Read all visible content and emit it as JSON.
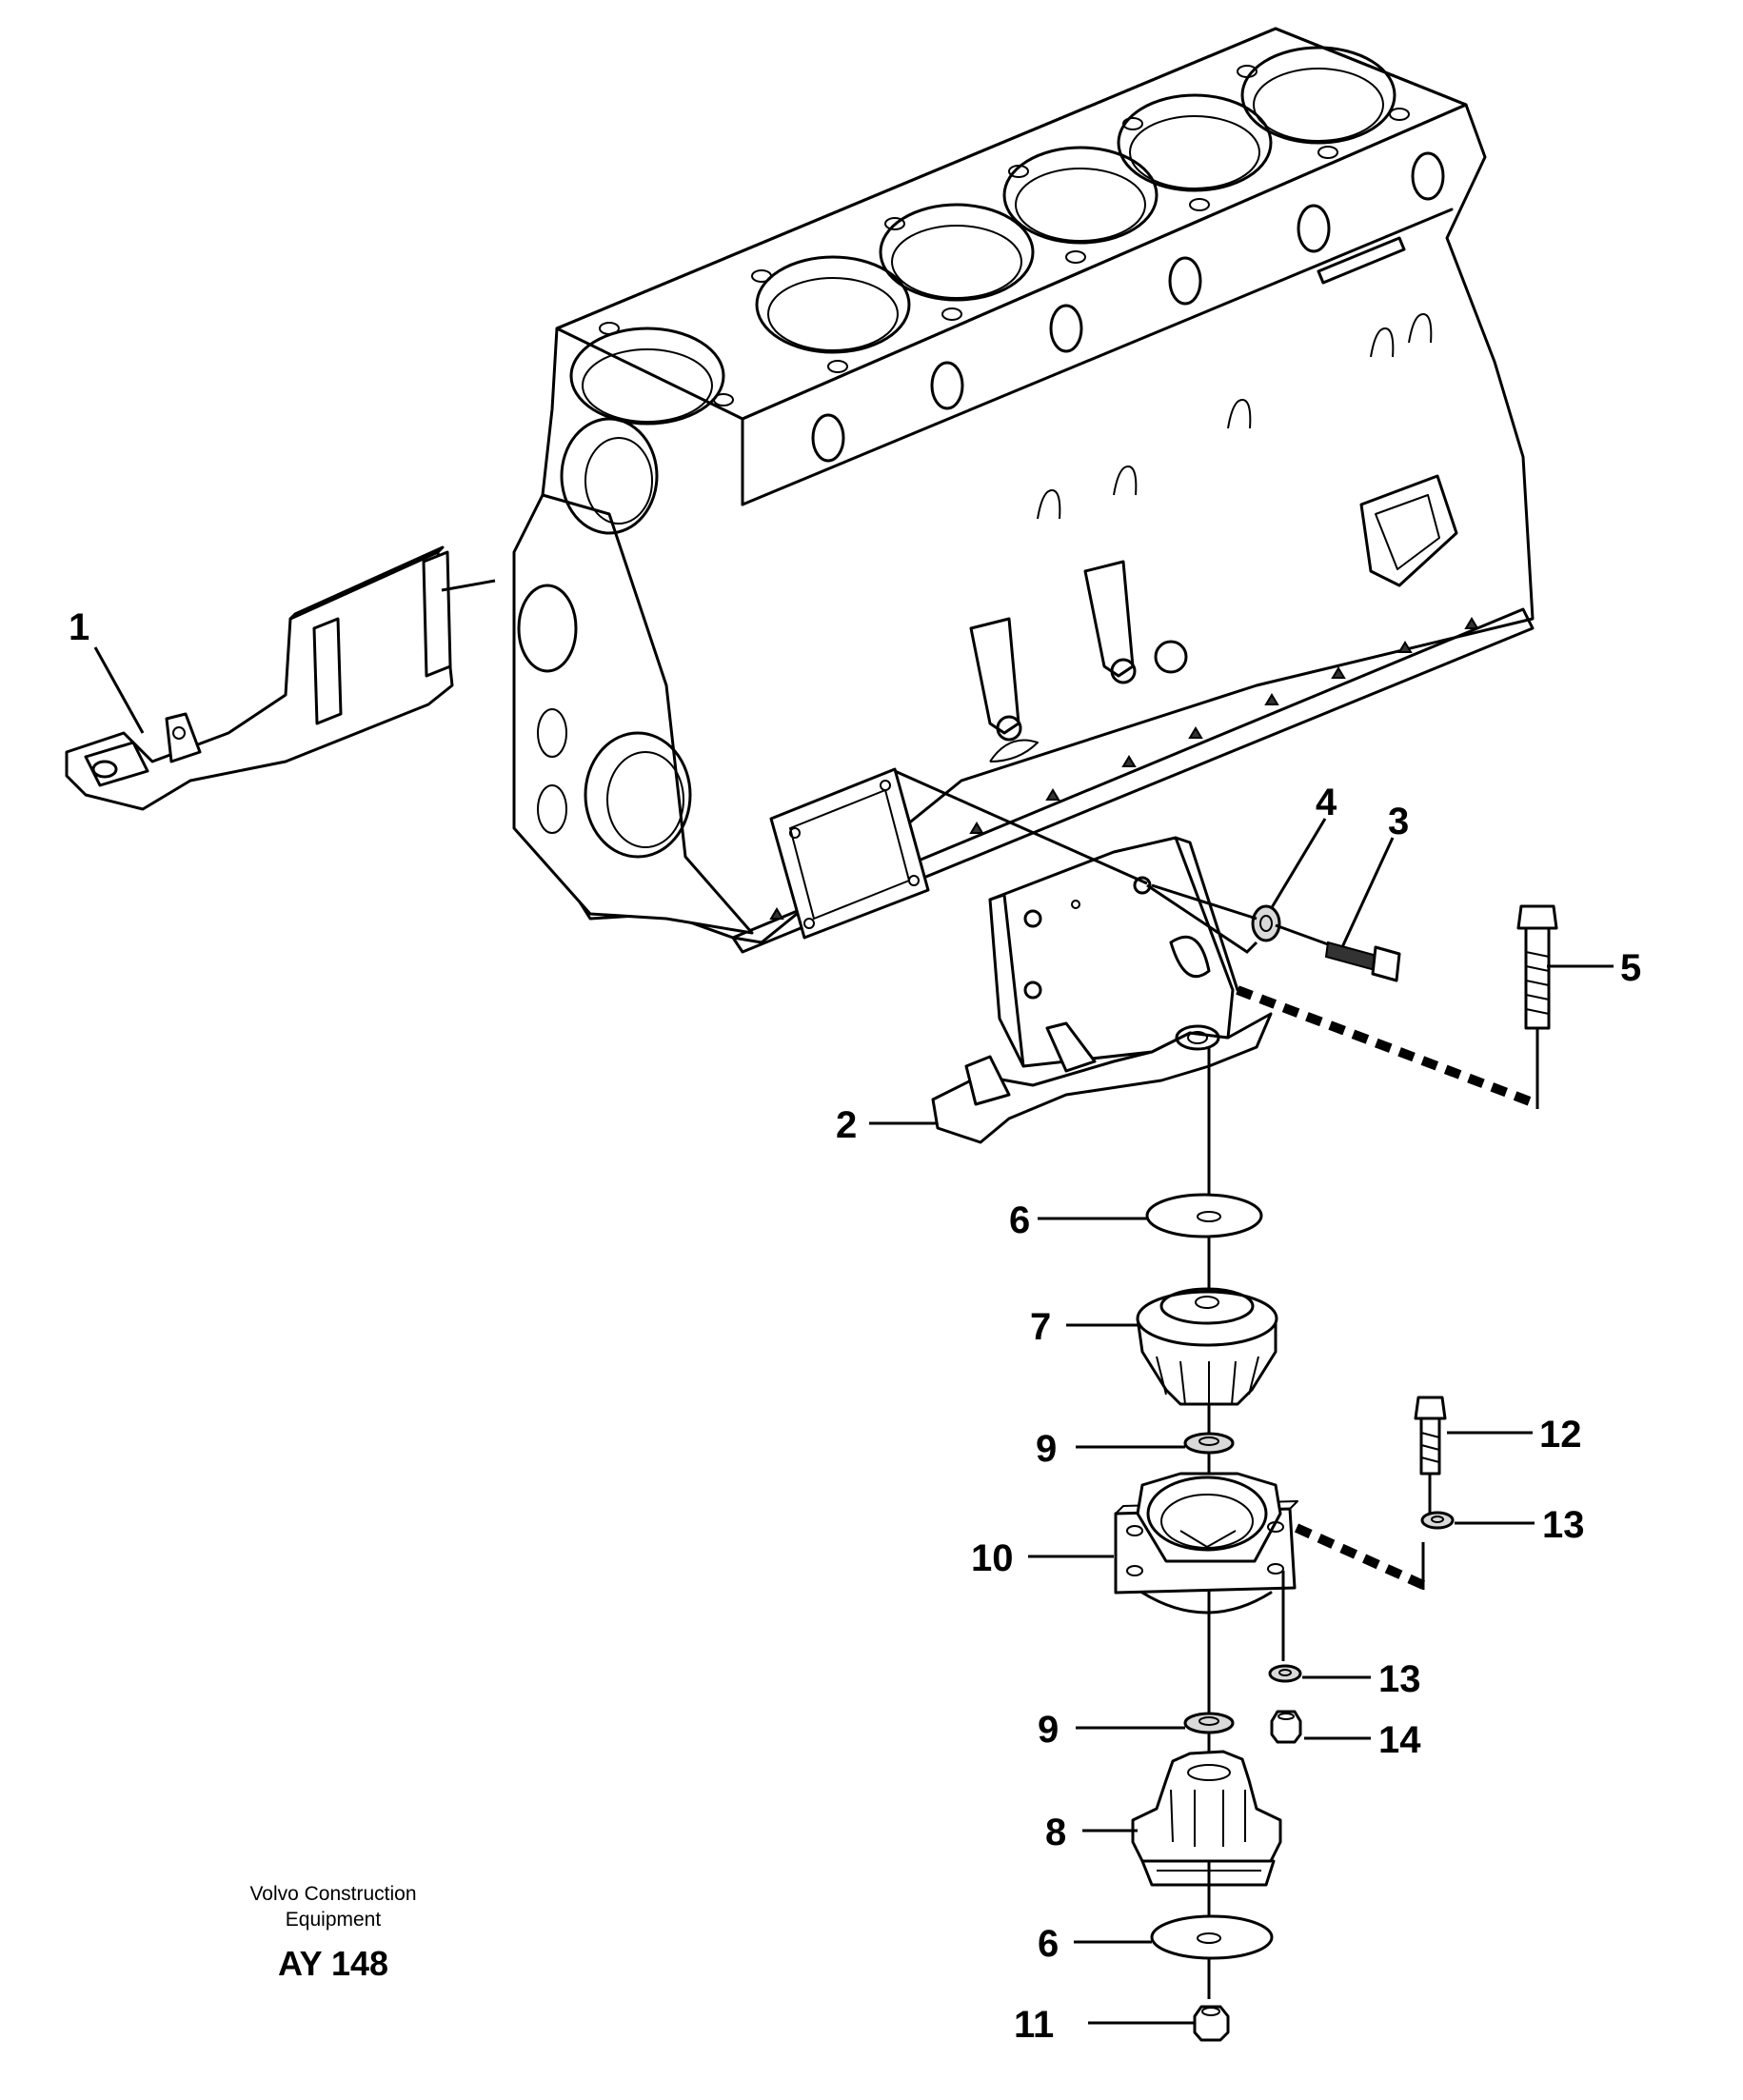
{
  "callouts": [
    {
      "id": "1",
      "label": "1"
    },
    {
      "id": "2",
      "label": "2"
    },
    {
      "id": "3",
      "label": "3"
    },
    {
      "id": "4",
      "label": "4"
    },
    {
      "id": "5",
      "label": "5"
    },
    {
      "id": "6a",
      "label": "6"
    },
    {
      "id": "7",
      "label": "7"
    },
    {
      "id": "8",
      "label": "8"
    },
    {
      "id": "9a",
      "label": "9"
    },
    {
      "id": "9b",
      "label": "9"
    },
    {
      "id": "10",
      "label": "10"
    },
    {
      "id": "11",
      "label": "11"
    },
    {
      "id": "12",
      "label": "12"
    },
    {
      "id": "13a",
      "label": "13"
    },
    {
      "id": "13b",
      "label": "13"
    },
    {
      "id": "14",
      "label": "14"
    },
    {
      "id": "6b",
      "label": "6"
    }
  ],
  "footer": {
    "line1": "Volvo Construction",
    "line2": "Equipment",
    "code": "AY 148"
  }
}
